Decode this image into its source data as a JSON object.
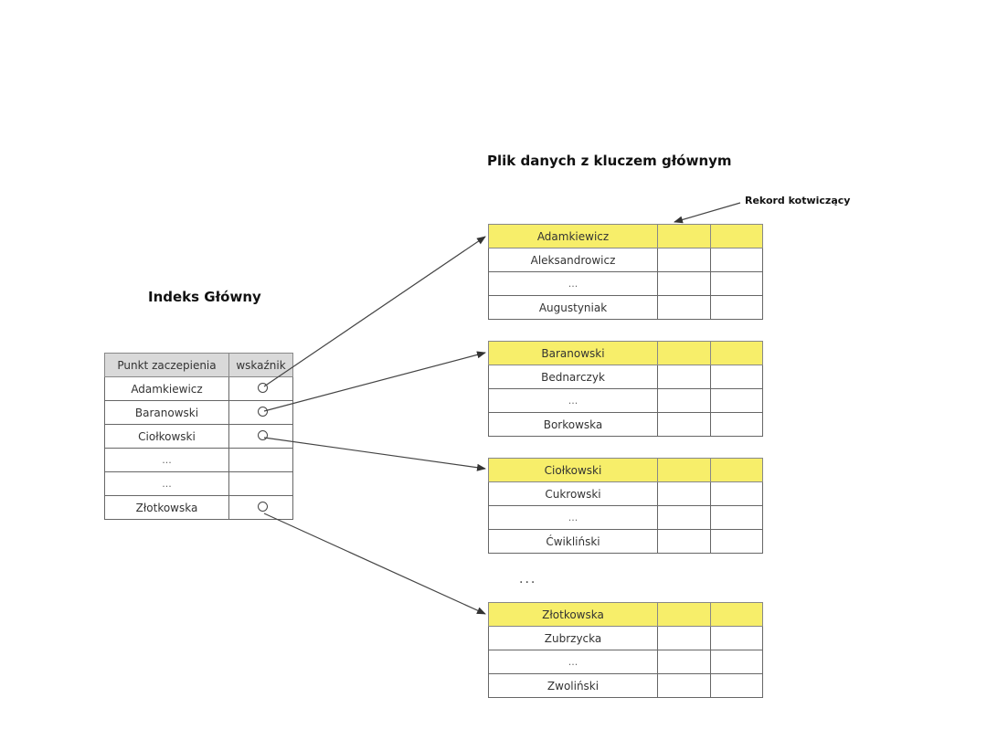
{
  "titles": {
    "data_file": "Plik danych z kluczem głównym",
    "main_index": "Indeks Główny",
    "anchor_record": "Rekord kotwiczący",
    "between_ellipsis": "..."
  },
  "index_table": {
    "headers": [
      "Punkt zaczepienia",
      "wskaźnik"
    ],
    "rows": [
      {
        "key": "Adamkiewicz",
        "has_pointer": true
      },
      {
        "key": "Baranowski",
        "has_pointer": true
      },
      {
        "key": "Ciołkowski",
        "has_pointer": true
      },
      {
        "key": "...",
        "has_pointer": false
      },
      {
        "key": "...",
        "has_pointer": false
      },
      {
        "key": "Złotkowska",
        "has_pointer": true
      }
    ]
  },
  "data_blocks": [
    {
      "records": [
        "Adamkiewicz",
        "Aleksandrowicz",
        "...",
        "Augustyniak"
      ]
    },
    {
      "records": [
        "Baranowski",
        "Bednarczyk",
        "...",
        "Borkowska"
      ]
    },
    {
      "records": [
        "Ciołkowski",
        "Cukrowski",
        "...",
        "Ćwikliński"
      ]
    },
    {
      "records": [
        "Złotkowska",
        "Zubrzycka",
        "...",
        "Zwoliński"
      ]
    }
  ],
  "colors": {
    "anchor_row": "#f7ee6a",
    "header_row": "#d9d9d9",
    "border": "#666666"
  }
}
